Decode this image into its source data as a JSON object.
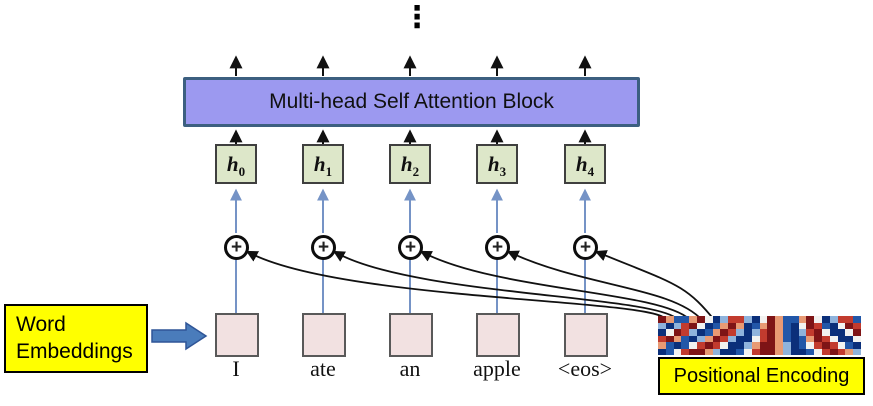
{
  "colors": {
    "attention_block_fill": "#9c99f0",
    "attention_block_border": "#3c5f80",
    "hidden_box_fill": "#dde7c9",
    "hidden_box_border": "#3f3f3f",
    "embedding_box_fill": "#f2e1e1",
    "embedding_box_border": "#595959",
    "label_box_fill": "#ffff00",
    "label_box_border": "#000000",
    "blue_arrow": "#7593c6",
    "black_arrow": "#111111",
    "block_arrow_fill": "#4a7cbb",
    "block_arrow_border": "#2f5597"
  },
  "continuation_ellipsis": "⋮",
  "attention_block": {
    "label": "Multi-head Self Attention Block"
  },
  "plus": "+",
  "hidden_units": [
    {
      "base": "h",
      "sub": "0"
    },
    {
      "base": "h",
      "sub": "1"
    },
    {
      "base": "h",
      "sub": "2"
    },
    {
      "base": "h",
      "sub": "3"
    },
    {
      "base": "h",
      "sub": "4"
    }
  ],
  "words": [
    "I",
    "ate",
    "an",
    "apple",
    "<eos>"
  ],
  "word_embeddings": {
    "line1": "Word",
    "line2": "Embeddings"
  },
  "positional_encoding": {
    "label": "Positional Encoding",
    "heatmap": {
      "rows": 6,
      "cols": 26,
      "base_freq": 1.35,
      "freq_step": 0.13,
      "phase_step": 2.1,
      "palette": [
        "#0b2f7a",
        "#2257a8",
        "#8fb3dc",
        "#f2f2f0",
        "#e89a74",
        "#c23b2e",
        "#7e1416"
      ]
    }
  }
}
